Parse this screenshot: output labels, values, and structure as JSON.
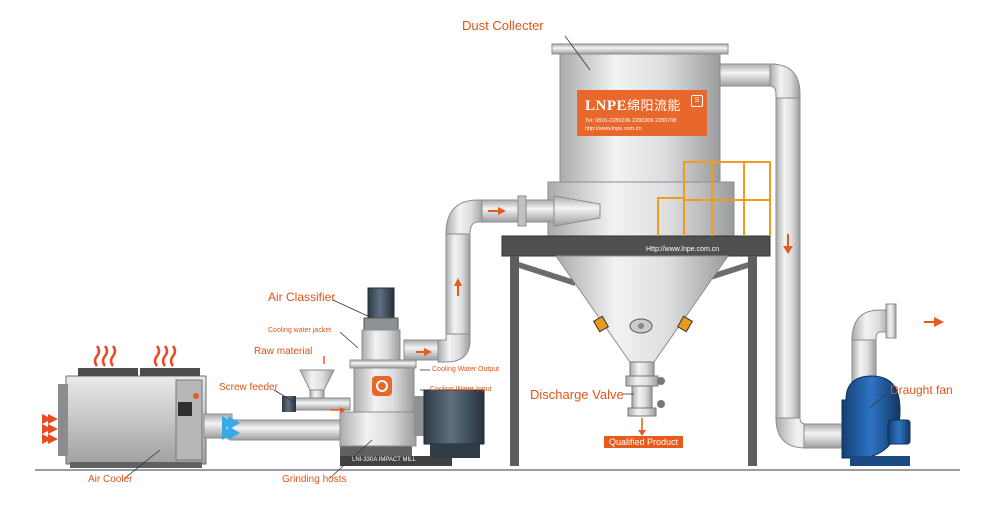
{
  "labels": {
    "dust_collecter": "Dust Collecter",
    "air_classifier": "Air Classifier",
    "cooling_water_jacket": "Cooling water jacket",
    "raw_material": "Raw material",
    "screw_feeder": "Screw feeder",
    "air_cooler": "Air Cooler",
    "grinding_hosts": "Grinding hosts",
    "cooling_water_output": "Cooling Water Output",
    "cooling_water_input": "Cooling Water Input",
    "discharge_valve": "Discharge Valve",
    "qualified_product": "Qualified Product",
    "draught_fan": "Draught fan"
  },
  "logo": {
    "brand": "LNPE",
    "brand_cn": "绵阳流能",
    "phone": "Tel: 0816-2280206 2280306 2280708",
    "web": "http://www.lnpe.com.cn",
    "badge": "S"
  },
  "platform_url": "Http://www.lnpe.com.cn",
  "mill_plate": "LNI-330A IMPACT MILL",
  "colors": {
    "label": "#e0541a",
    "arrow": "#e65a1d",
    "steel": "#c7c9cb",
    "frame": "#5f6163",
    "motor": "#3d4b57",
    "fan": "#1f5a9e",
    "heat_arrow": "#e84b1f",
    "cool_air": "#3aa9e8",
    "rail": "#f29a1c"
  }
}
